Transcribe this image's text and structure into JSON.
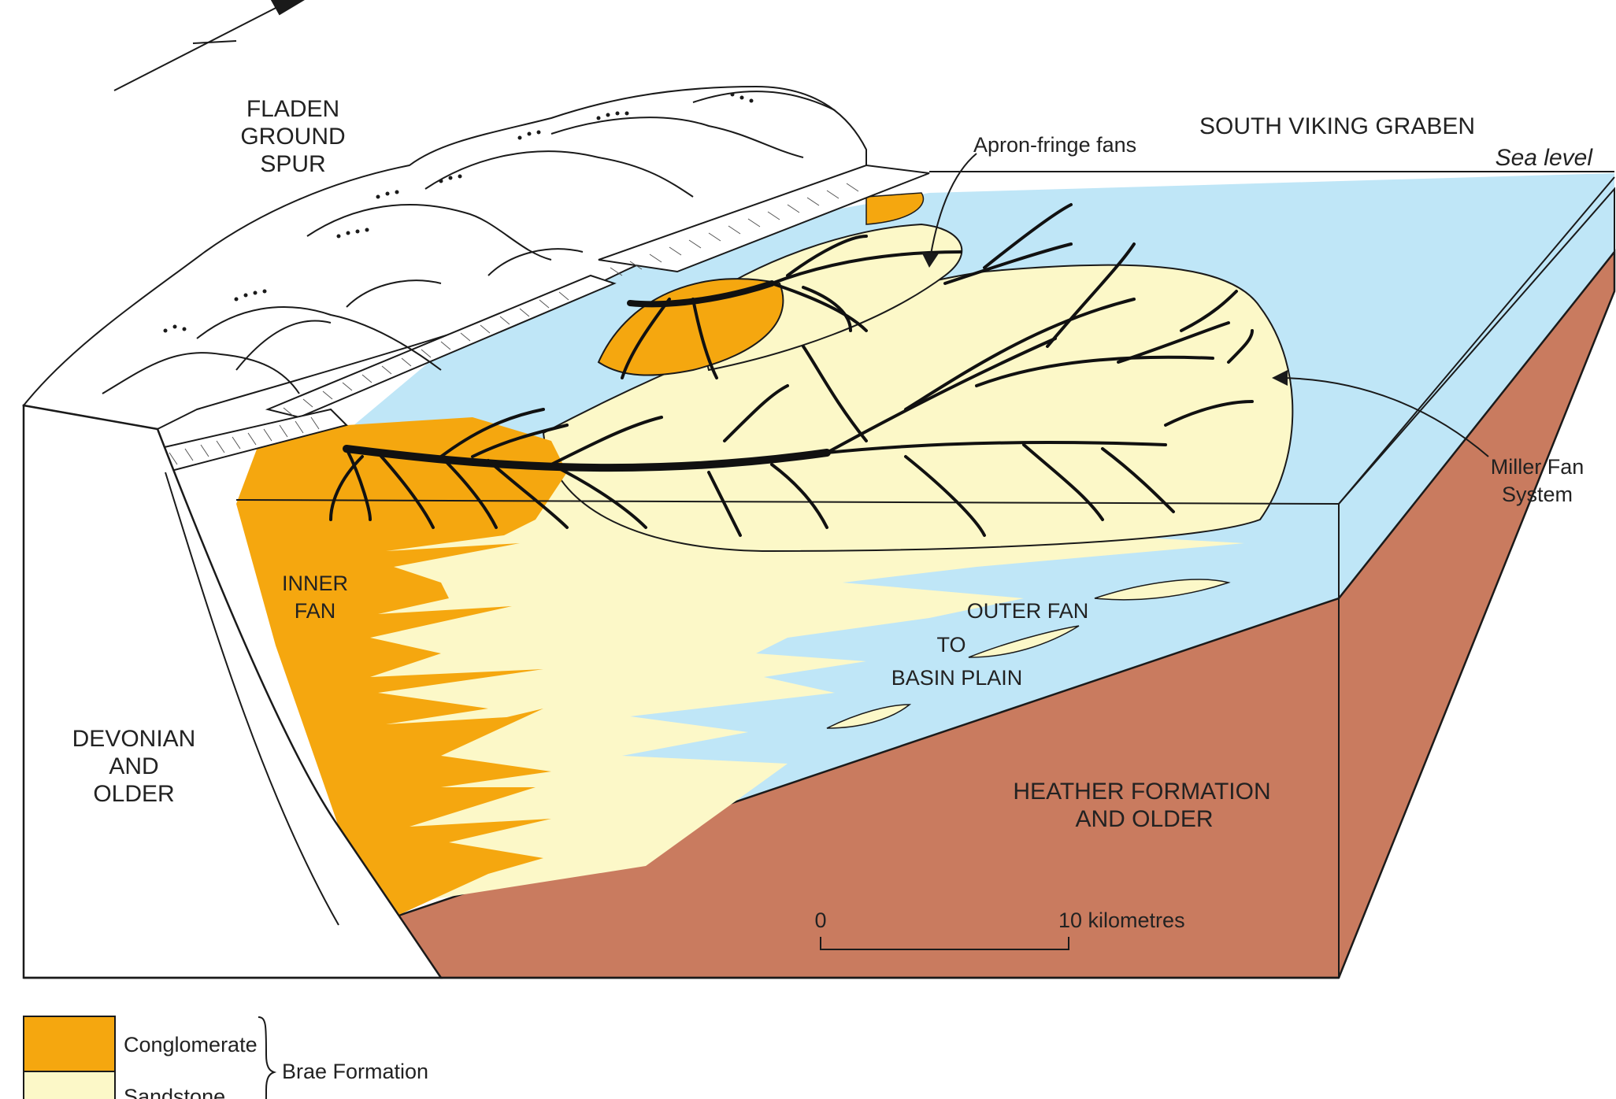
{
  "colors": {
    "conglomerate": "#f5a70f",
    "sandstone": "#fcf8c8",
    "basin_water": "#bfe6f7",
    "heather": "#c97b5f",
    "outline": "#1a1a1a",
    "channel": "#111111"
  },
  "labels": {
    "fladen": [
      "FLADEN",
      "GROUND",
      "SPUR"
    ],
    "south_viking": "SOUTH VIKING GRABEN",
    "sea_level": "Sea level",
    "apron": "Apron-fringe fans",
    "miller": [
      "Miller Fan",
      "System"
    ],
    "inner_fan": [
      "INNER",
      "FAN"
    ],
    "outer_fan": [
      "OUTER FAN",
      "TO",
      "BASIN PLAIN"
    ],
    "devonian": [
      "DEVONIAN",
      "AND",
      "OLDER"
    ],
    "heather": [
      "HEATHER FORMATION",
      "AND OLDER"
    ]
  },
  "scale_bar": {
    "start": "0",
    "end": "10 kilometres"
  },
  "legend": {
    "items": [
      {
        "label": "Conglomerate",
        "color": "#f5a70f"
      },
      {
        "label": "Sandstone",
        "color": "#fcf8c8"
      }
    ],
    "group": "Brae Formation"
  },
  "icons": {
    "north_arrow": "north-arrow-icon"
  }
}
